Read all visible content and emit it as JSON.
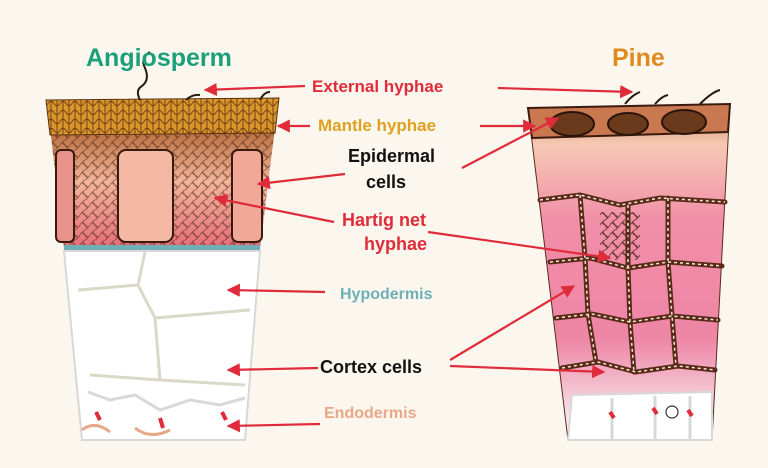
{
  "titles": {
    "left": "Angiosperm",
    "right": "Pine"
  },
  "labels": {
    "external_hyphae": "External hyphae",
    "mantle_hyphae": "Mantle hyphae",
    "epidermal_line1": "Epidermal",
    "epidermal_line2": "cells",
    "hartig_line1": "Hartig net",
    "hartig_line2": "hyphae",
    "hypodermis": "Hypodermis",
    "cortex_cells": "Cortex cells",
    "endodermis": "Endodermis"
  },
  "colors": {
    "background": "#fbf7ee",
    "title_left": "#1aa07a",
    "title_right": "#e08a1e",
    "arrow_red": "#e02b3a",
    "external": "#e02b3a",
    "mantle": "#e0a020",
    "epidermal": "#111111",
    "hartig": "#e02b3a",
    "hypodermis": "#6fb0b8",
    "cortex": "#111111",
    "endodermis": "#e8a888",
    "mantle_fill": "#d9962a",
    "cell_pink": "#f07a8a",
    "wall_brown": "#5a2a18"
  }
}
